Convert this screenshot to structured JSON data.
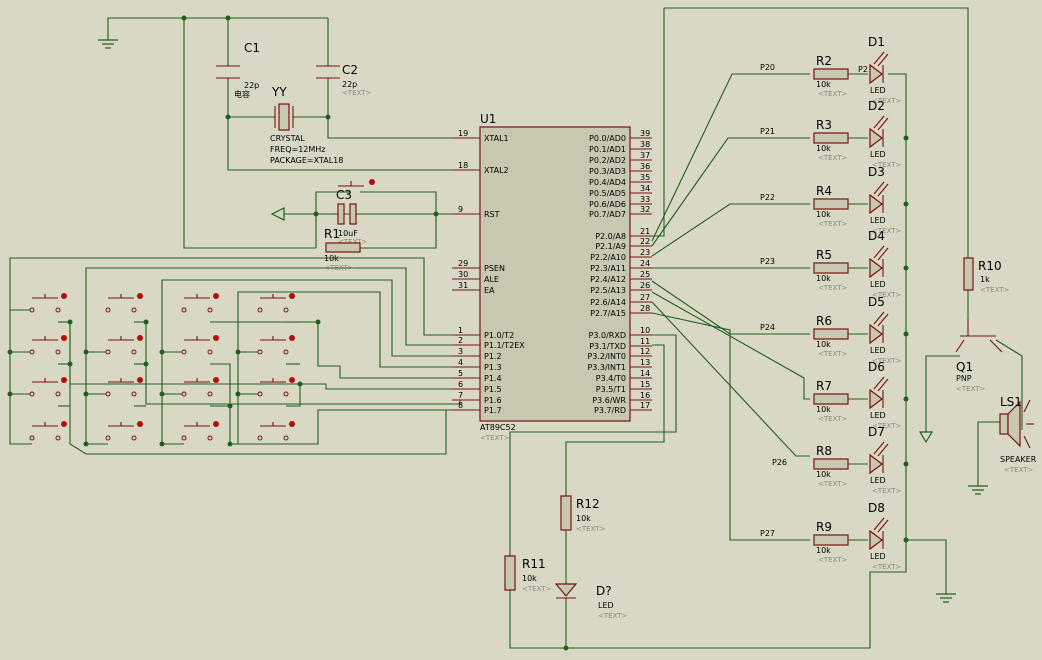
{
  "crystal": {
    "ref": "YY",
    "line1": "CRYSTAL",
    "line2": "FREQ=12MHz",
    "line3": "PACKAGE=XTAL18"
  },
  "c1": {
    "ref": "C1",
    "value": "22p",
    "note": "电容"
  },
  "c2": {
    "ref": "C2",
    "value": "22p",
    "tag": "<TEXT>"
  },
  "c3": {
    "ref": "C3",
    "value": "10uF",
    "tag": "<TEXT>"
  },
  "r1": {
    "ref": "R1",
    "value": "10k",
    "tag": "<TEXT>"
  },
  "mcu": {
    "ref": "U1",
    "part": "AT89C52",
    "tag": "<TEXT>",
    "left_pins": [
      {
        "num": "19",
        "name": "XTAL1"
      },
      {
        "num": "18",
        "name": "XTAL2"
      },
      {
        "num": "9",
        "name": "RST"
      },
      {
        "num": "29",
        "name": "PSEN"
      },
      {
        "num": "30",
        "name": "ALE"
      },
      {
        "num": "31",
        "name": "EA"
      },
      {
        "num": "1",
        "name": "P1.0/T2"
      },
      {
        "num": "2",
        "name": "P1.1/T2EX"
      },
      {
        "num": "3",
        "name": "P1.2"
      },
      {
        "num": "4",
        "name": "P1.3"
      },
      {
        "num": "5",
        "name": "P1.4"
      },
      {
        "num": "6",
        "name": "P1.5"
      },
      {
        "num": "7",
        "name": "P1.6"
      },
      {
        "num": "8",
        "name": "P1.7"
      }
    ],
    "right_pins": [
      {
        "num": "39",
        "name": "P0.0/AD0"
      },
      {
        "num": "38",
        "name": "P0.1/AD1"
      },
      {
        "num": "37",
        "name": "P0.2/AD2"
      },
      {
        "num": "36",
        "name": "P0.3/AD3"
      },
      {
        "num": "35",
        "name": "P0.4/AD4"
      },
      {
        "num": "34",
        "name": "P0.5/AD5"
      },
      {
        "num": "33",
        "name": "P0.6/AD6"
      },
      {
        "num": "32",
        "name": "P0.7/AD7"
      },
      {
        "num": "21",
        "name": "P2.0/A8"
      },
      {
        "num": "22",
        "name": "P2.1/A9"
      },
      {
        "num": "23",
        "name": "P2.2/A10"
      },
      {
        "num": "24",
        "name": "P2.3/A11"
      },
      {
        "num": "25",
        "name": "P2.4/A12"
      },
      {
        "num": "26",
        "name": "P2.5/A13"
      },
      {
        "num": "27",
        "name": "P2.6/A14"
      },
      {
        "num": "28",
        "name": "P2.7/A15"
      },
      {
        "num": "10",
        "name": "P3.0/RXD"
      },
      {
        "num": "11",
        "name": "P3.1/TXD"
      },
      {
        "num": "12",
        "name": "P3.2/INT0"
      },
      {
        "num": "13",
        "name": "P3.3/INT1"
      },
      {
        "num": "14",
        "name": "P3.4/T0"
      },
      {
        "num": "15",
        "name": "P3.5/T1"
      },
      {
        "num": "16",
        "name": "P3.6/WR"
      },
      {
        "num": "17",
        "name": "P3.7/RD"
      }
    ]
  },
  "leds": [
    {
      "net": "P20",
      "r": "R2",
      "rv": "10k",
      "d": "D1",
      "dv": "LED",
      "extra": "P2"
    },
    {
      "net": "P21",
      "r": "R3",
      "rv": "10k",
      "d": "D2",
      "dv": "LED",
      "extra": ""
    },
    {
      "net": "P22",
      "r": "R4",
      "rv": "10k",
      "d": "D3",
      "dv": "LED",
      "extra": ""
    },
    {
      "net": "P23",
      "r": "R5",
      "rv": "10k",
      "d": "D4",
      "dv": "LED",
      "extra": ""
    },
    {
      "net": "P24",
      "r": "R6",
      "rv": "10k",
      "d": "D5",
      "dv": "LED",
      "extra": ""
    },
    {
      "net": "",
      "r": "R7",
      "rv": "10k",
      "d": "D6",
      "dv": "LED",
      "extra": ""
    },
    {
      "net": "P26",
      "r": "R8",
      "rv": "10k",
      "d": "D7",
      "dv": "LED",
      "extra": ""
    },
    {
      "net": "P27",
      "r": "R9",
      "rv": "10k",
      "d": "D8",
      "dv": "LED",
      "extra": ""
    }
  ],
  "tag": "<TEXT>",
  "r10": {
    "ref": "R10",
    "value": "1k"
  },
  "q1": {
    "ref": "Q1",
    "value": "PNP"
  },
  "ls1": {
    "ref": "LS1",
    "value": "SPEAKER"
  },
  "r11": {
    "ref": "R11",
    "value": "10k"
  },
  "r12": {
    "ref": "R12",
    "value": "10k"
  },
  "dq": {
    "ref": "D?",
    "value": "LED"
  }
}
